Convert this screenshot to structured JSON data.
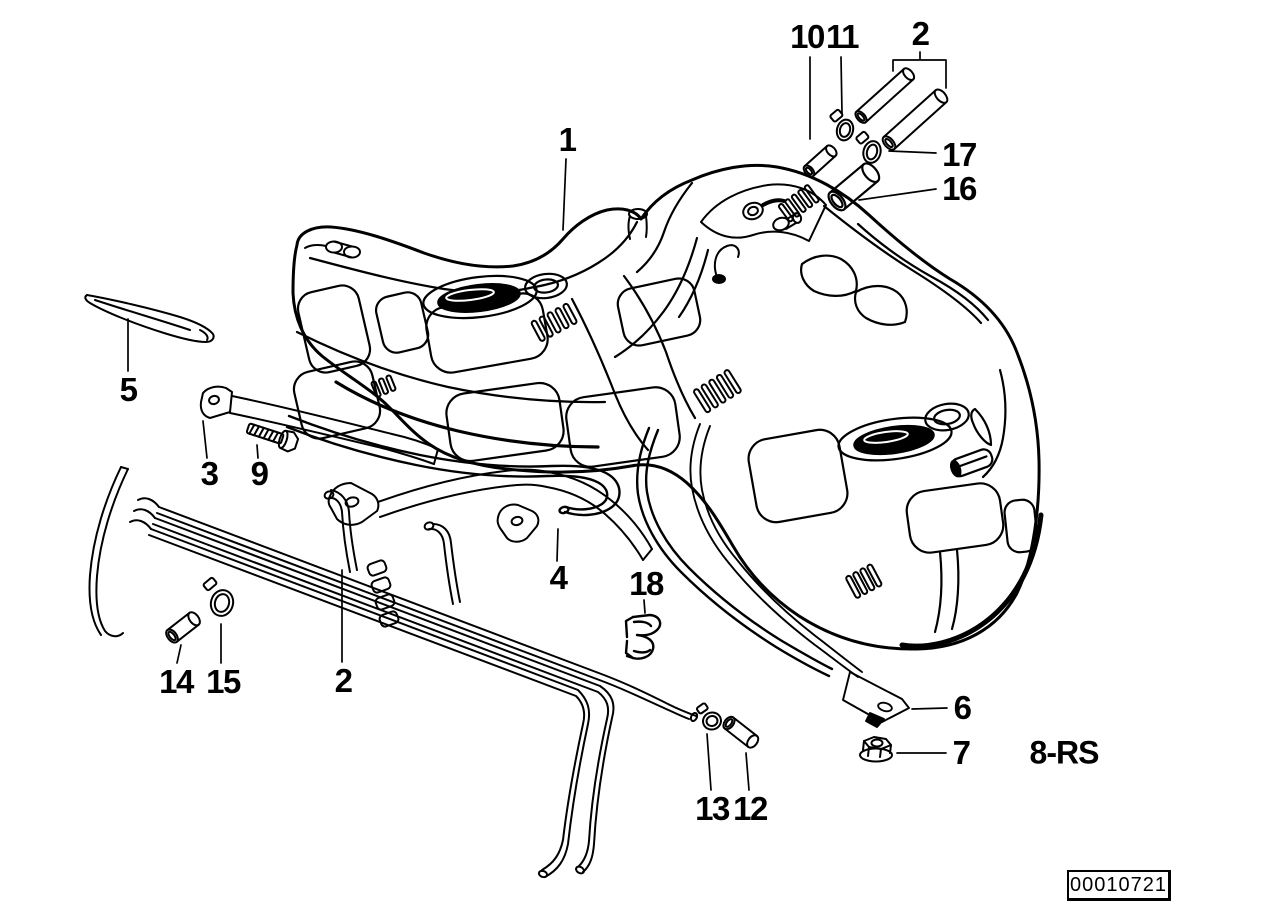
{
  "page": {
    "background_color": "#ffffff",
    "ink_color": "#000000"
  },
  "callouts": {
    "c1": "1",
    "c2_top": "2",
    "c2_bottom": "2",
    "c3": "3",
    "c4": "4",
    "c5": "5",
    "c6": "6",
    "c7": "7",
    "c9": "9",
    "c10": "10",
    "c11": "11",
    "c12": "12",
    "c13": "13",
    "c14": "14",
    "c15": "15",
    "c16": "16",
    "c17": "17",
    "c18": "18"
  },
  "variant_code": "8-RS",
  "doc_number": "00010721"
}
